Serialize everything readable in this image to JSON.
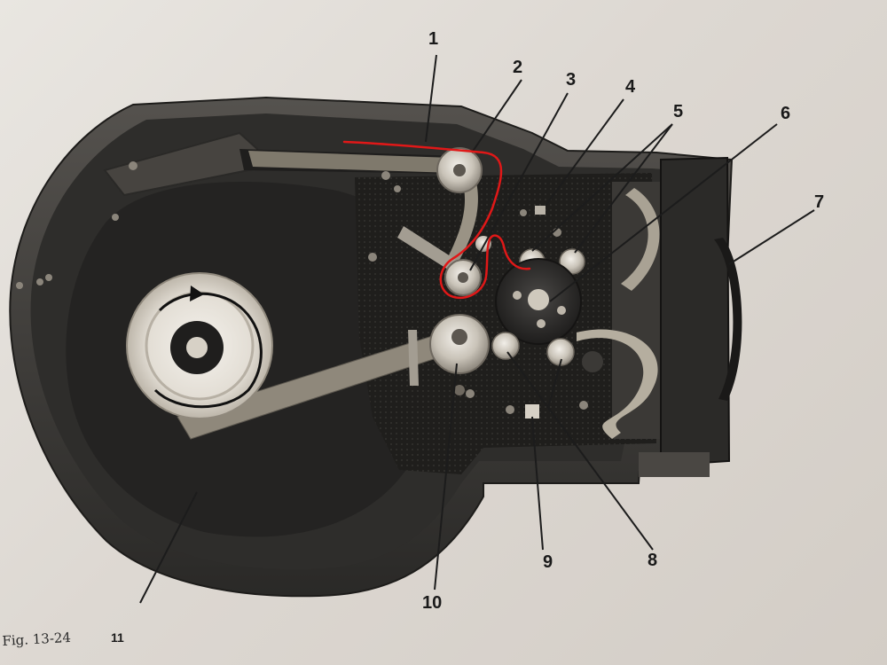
{
  "figure": {
    "caption": "Fig. 13-24",
    "callouts": [
      "1",
      "2",
      "3",
      "4",
      "5",
      "6",
      "7",
      "8",
      "9",
      "10",
      "11"
    ]
  },
  "annotation": {
    "color": "#e01818"
  },
  "colors": {
    "paper": "#e6e2dc",
    "housing": "#2c2b29",
    "film": "#9c9485",
    "roller": "#cfcac0",
    "leader": "#1c1c1c"
  }
}
